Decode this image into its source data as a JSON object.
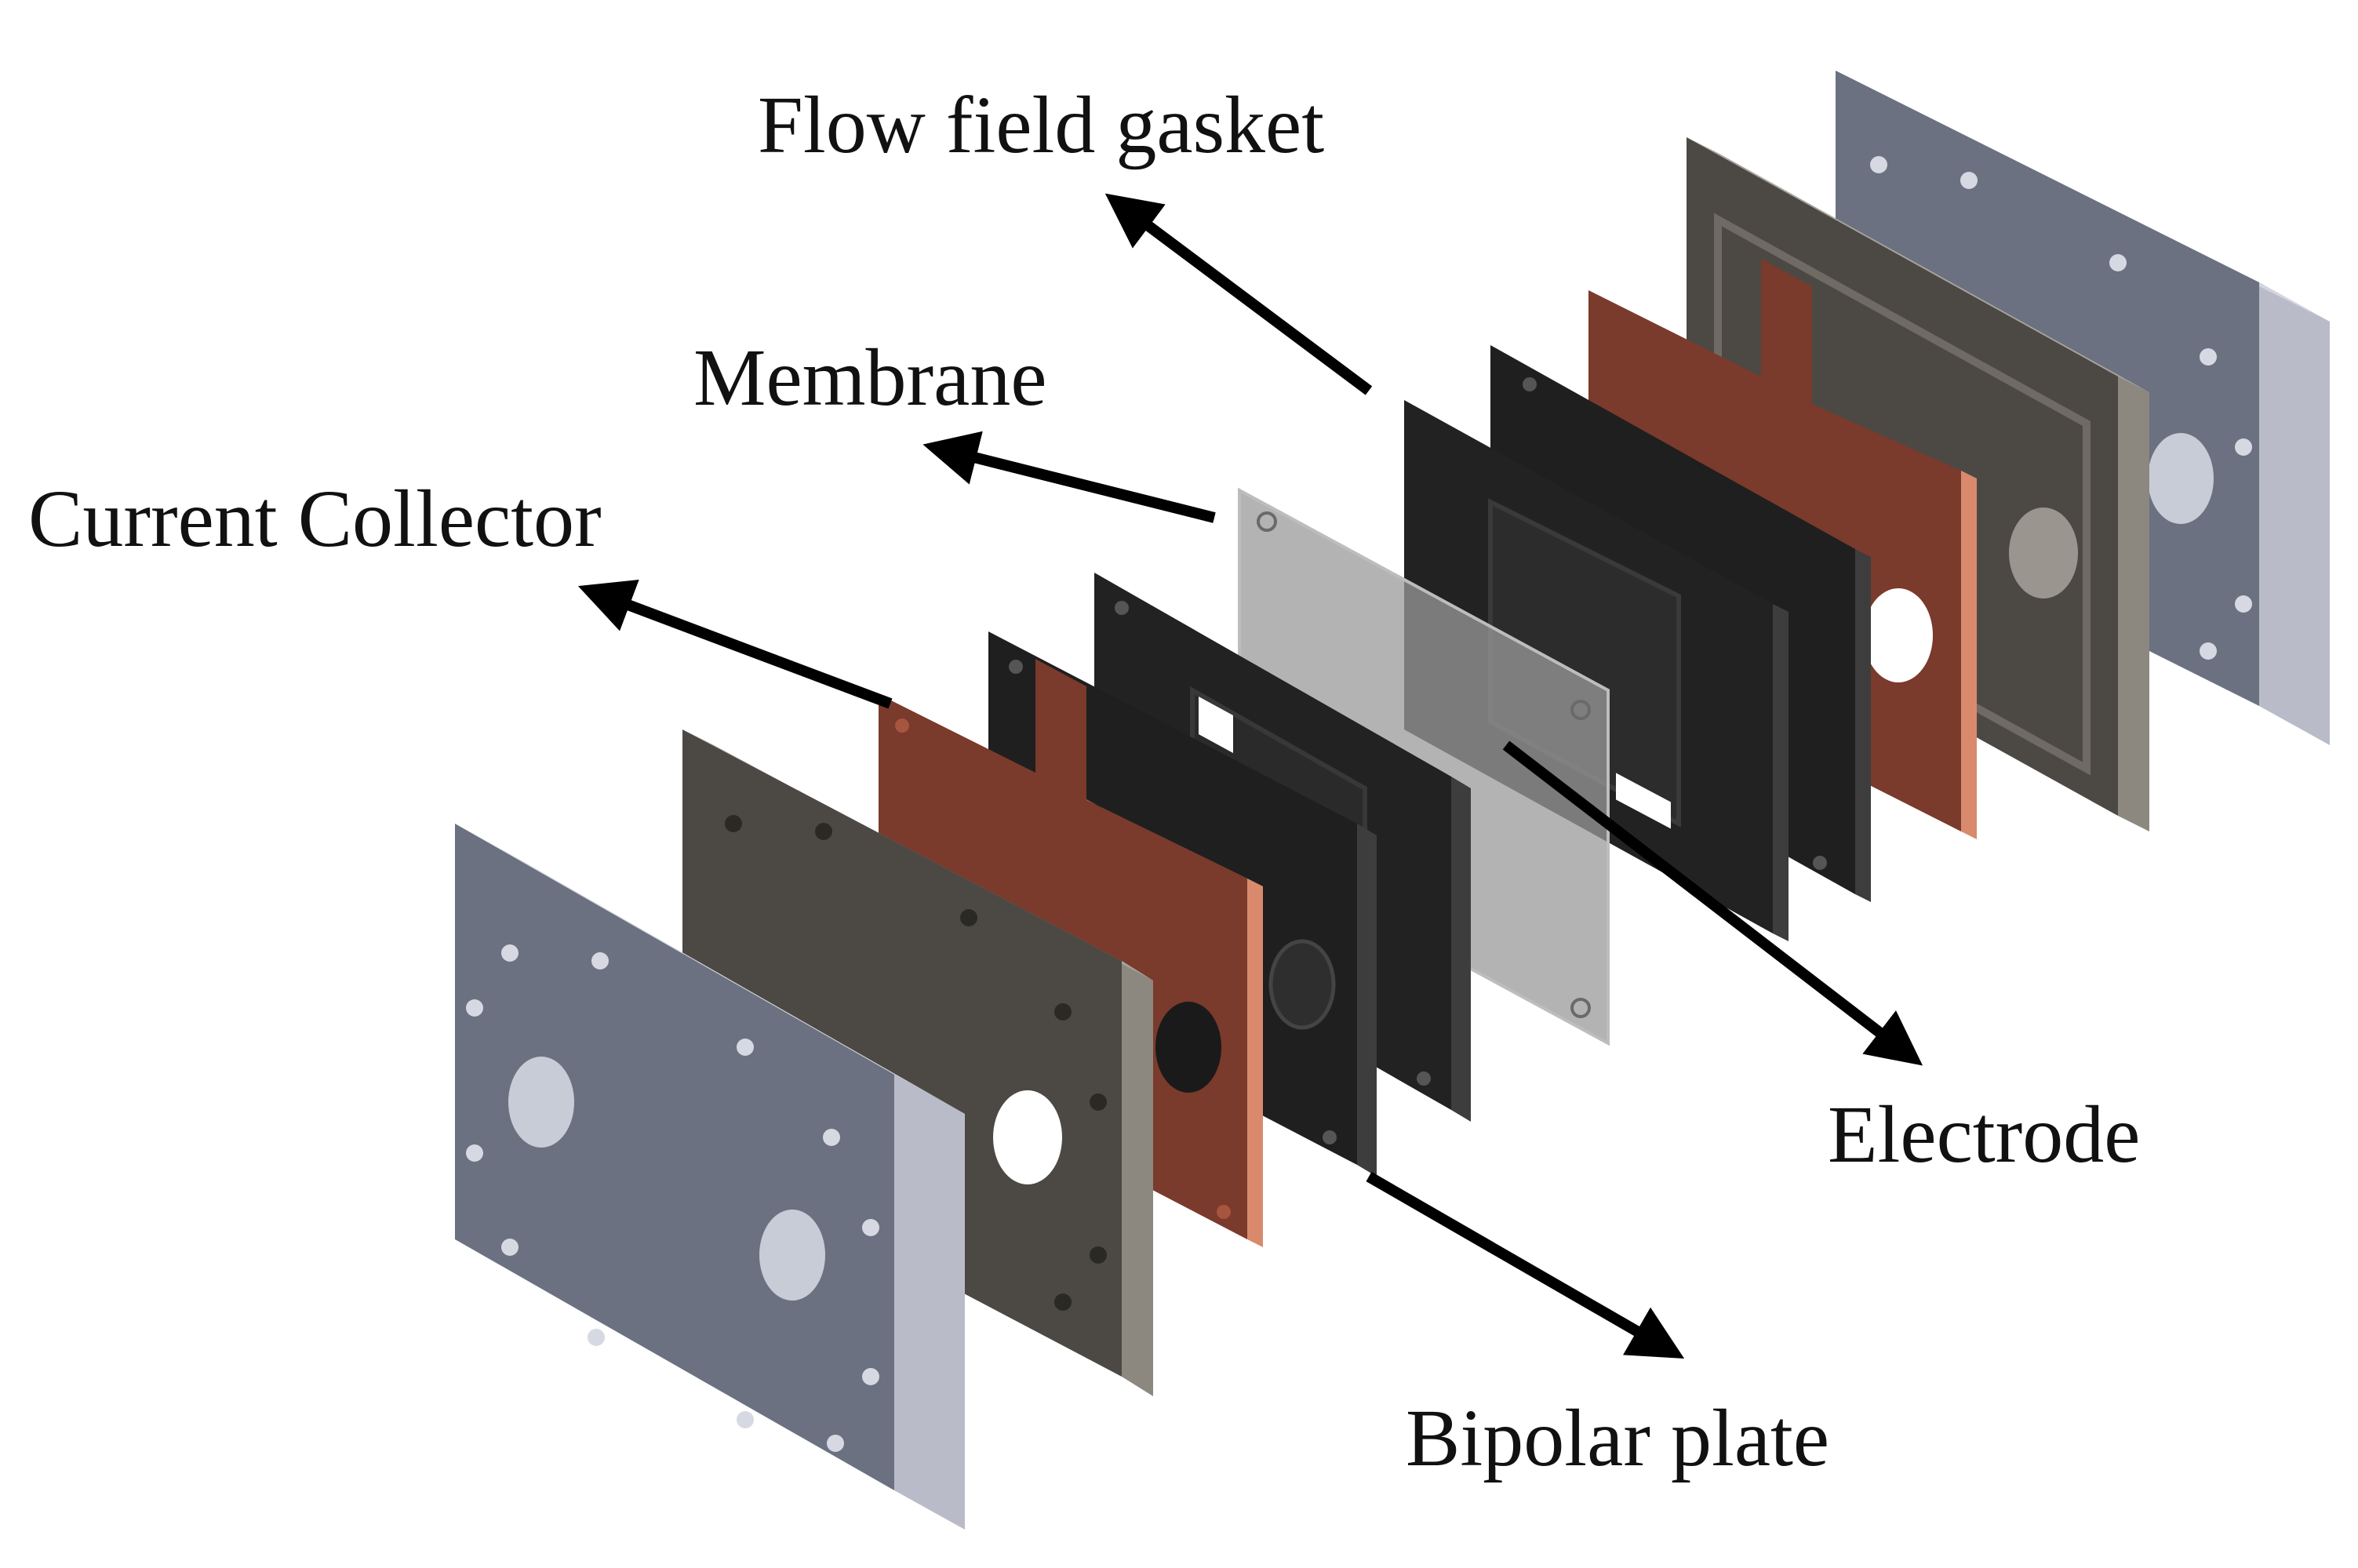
{
  "labels": {
    "flow_field_gasket": "Flow field gasket",
    "membrane": "Membrane",
    "current_collector": "Current Collector",
    "electrode": "Electrode",
    "bipolar_plate": "Bipolar plate"
  },
  "colors": {
    "end_plate_face": "#6b7180",
    "end_plate_side": "#b9bcc8",
    "gasket_face": "#4c4944",
    "gasket_side": "#8c8880",
    "copper_face": "#7a3a2c",
    "copper_side": "#d98a6c",
    "black_plate_face": "#1f1f1f",
    "black_plate_side": "#3d3d3d",
    "membrane_face": "#9a9a9a",
    "arrow": "#000000"
  }
}
